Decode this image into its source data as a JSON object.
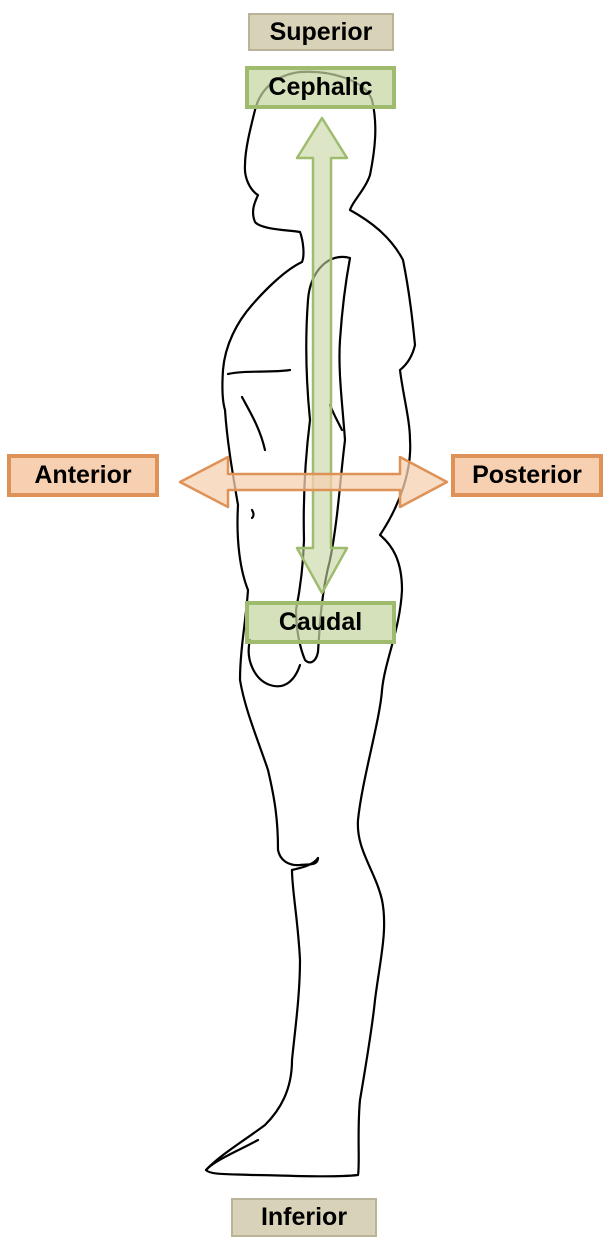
{
  "labels": {
    "superior": "Superior",
    "cephalic": "Cephalic",
    "caudal": "Caudal",
    "anterior": "Anterior",
    "posterior": "Posterior",
    "inferior": "Inferior"
  },
  "colors": {
    "tan_fill": "#d8d3b8",
    "green_fill": "#c4d6a0",
    "green_stroke": "#9fbc6e",
    "orange_fill": "#f6d0b0",
    "orange_stroke": "#de9257",
    "outline": "#000000"
  }
}
